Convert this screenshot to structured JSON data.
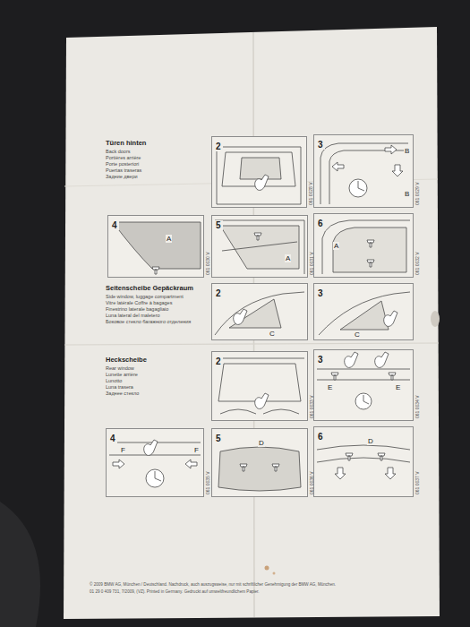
{
  "diagram": {
    "nodes": [
      {
        "text": [
          "2"
        ]
      },
      {
        "text": [
          "3"
        ]
      },
      {
        "text": [
          "4"
        ]
      },
      {
        "text": [
          "5"
        ]
      },
      {
        "text": [
          "6"
        ]
      },
      {
        "text": [
          "2"
        ]
      },
      {
        "text": [
          "3"
        ]
      },
      {
        "text": [
          "2"
        ]
      },
      {
        "text": [
          "3"
        ]
      },
      {
        "text": [
          "4"
        ]
      },
      {
        "text": [
          "5"
        ]
      },
      {
        "text": [
          "6"
        ]
      }
    ],
    "labels": [
      "Türen hinten",
      "Back doors",
      "Portières arrière",
      "Porte posteriori",
      "Puertas traseras",
      "Задние двери",
      "Seitenscheibe Gepäckraum",
      "Side window, luggage compartment",
      "Vitre latérale Coffre à bagages",
      "Finestrino laterale bagagliaio",
      "Luna lateral del maletero",
      "Боковое стекло багажного отделения",
      "Heckscheibe",
      "Rear window",
      "Lunette arrière",
      "Lunotto",
      "Luna trasera",
      "Заднее стекло",
      "A",
      "A",
      "A",
      "B",
      "B",
      "C",
      "C",
      "D",
      "D",
      "E",
      "E",
      "F",
      "F",
      "061 0028 V",
      "061 0029 V",
      "061 0030 V",
      "061 0031 V",
      "061 0032 V",
      "061 0033 V",
      "061 0034 V",
      "061 0035 V",
      "061 0036 V",
      "061 0037 V",
      "© 2009 BMW AG, München / Deutschland. Nachdruck, auch auszugsweise, nur mit schriftlicher Genehmigung der BMW AG, München.",
      "01 29 0 409 731, 7/2009, (VZ). Printed in Germany. Gedruckt auf umweltfreundlichem Papier."
    ]
  }
}
